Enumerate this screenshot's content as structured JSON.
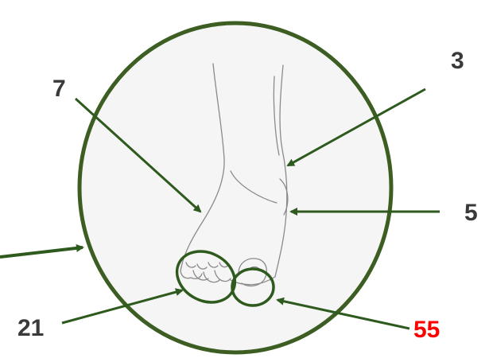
{
  "labels": {
    "label_7": "7",
    "label_3": "3",
    "label_5": "5",
    "label_21": "21",
    "label_55": "55"
  },
  "colors": {
    "circle_stroke": "#3d5e22",
    "circle_fill": "#f5f5f5",
    "arrow": "#2e5a1e",
    "label_default": "#3a3a3a",
    "label_highlight": "#ff0000",
    "sketch": "#8a8a8a"
  }
}
